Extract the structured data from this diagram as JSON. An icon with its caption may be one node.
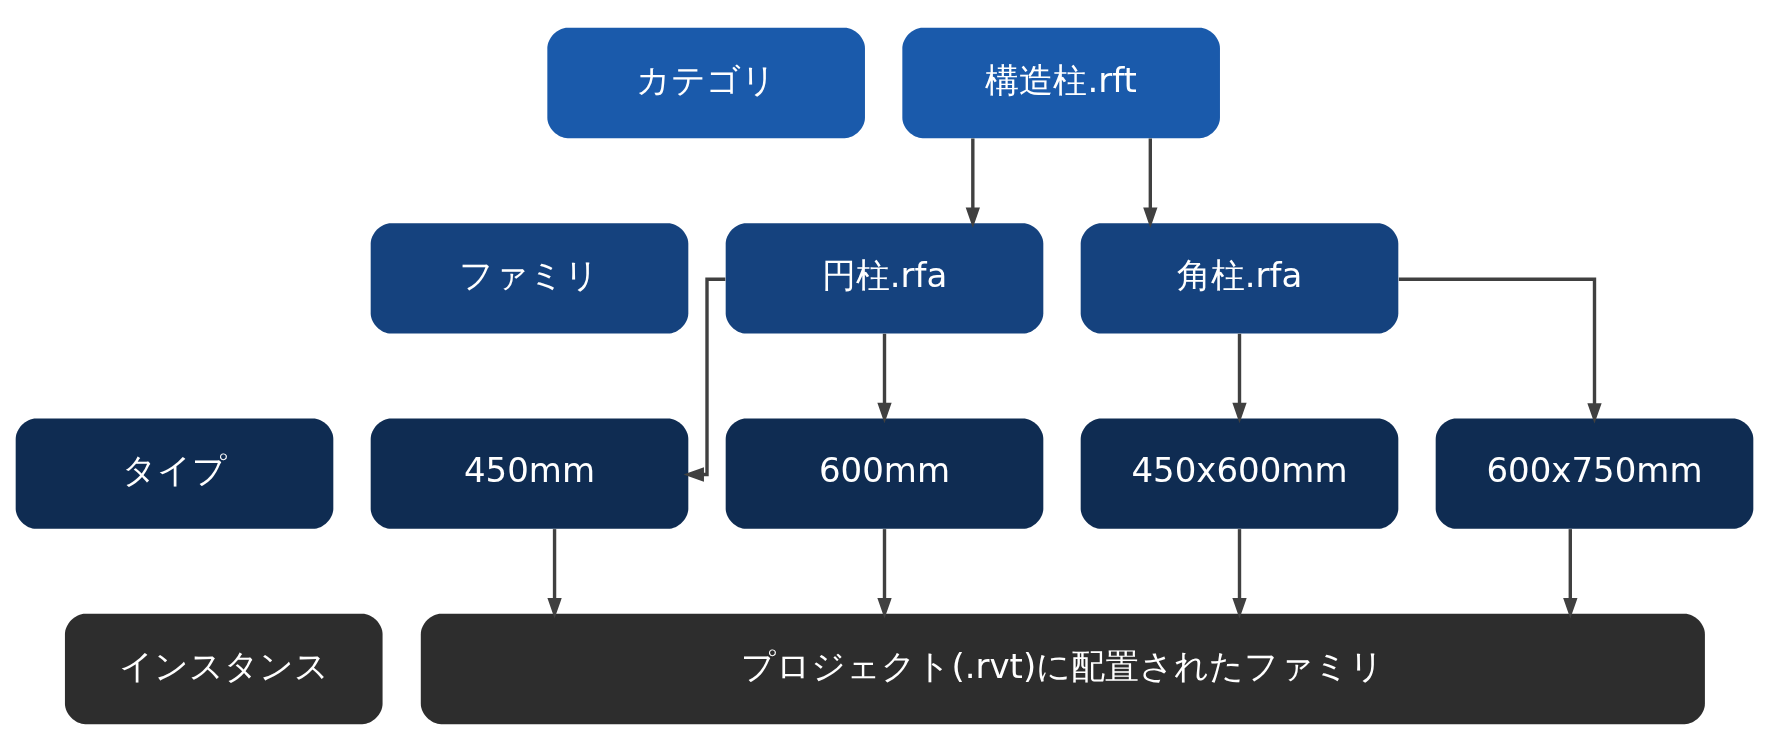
{
  "diagram": {
    "nodes": [
      {
        "text": [
          "カテゴリ"
        ]
      },
      {
        "text": [
          "ファミリ"
        ]
      },
      {
        "text": [
          "タイプ"
        ]
      },
      {
        "text": [
          "インスタンス"
        ]
      },
      {
        "text": [
          "構造柱.rft"
        ]
      },
      {
        "text": [
          "円柱.rfa"
        ]
      },
      {
        "text": [
          "角柱.rfa"
        ]
      },
      {
        "text": [
          "450mm"
        ]
      },
      {
        "text": [
          "600mm"
        ]
      },
      {
        "text": [
          "450x600mm"
        ]
      },
      {
        "text": [
          "600x750mm"
        ]
      },
      {
        "text": [
          "プロジェクト(.rvt)に配置されたファミリ"
        ]
      }
    ],
    "edges": [
      {
        "from": 4,
        "to": 5,
        "arrow": "to"
      },
      {
        "from": 4,
        "to": 6,
        "arrow": "to"
      },
      {
        "from": 5,
        "to": 7,
        "arrow": "to"
      },
      {
        "from": 5,
        "to": 8,
        "arrow": "to"
      },
      {
        "from": 6,
        "to": 9,
        "arrow": "to"
      },
      {
        "from": 6,
        "to": 10,
        "arrow": "to"
      },
      {
        "from": 7,
        "to": 11,
        "arrow": "to"
      },
      {
        "from": 8,
        "to": 11,
        "arrow": "to"
      },
      {
        "from": 9,
        "to": 11,
        "arrow": "to"
      },
      {
        "from": 10,
        "to": 11,
        "arrow": "to"
      }
    ]
  }
}
